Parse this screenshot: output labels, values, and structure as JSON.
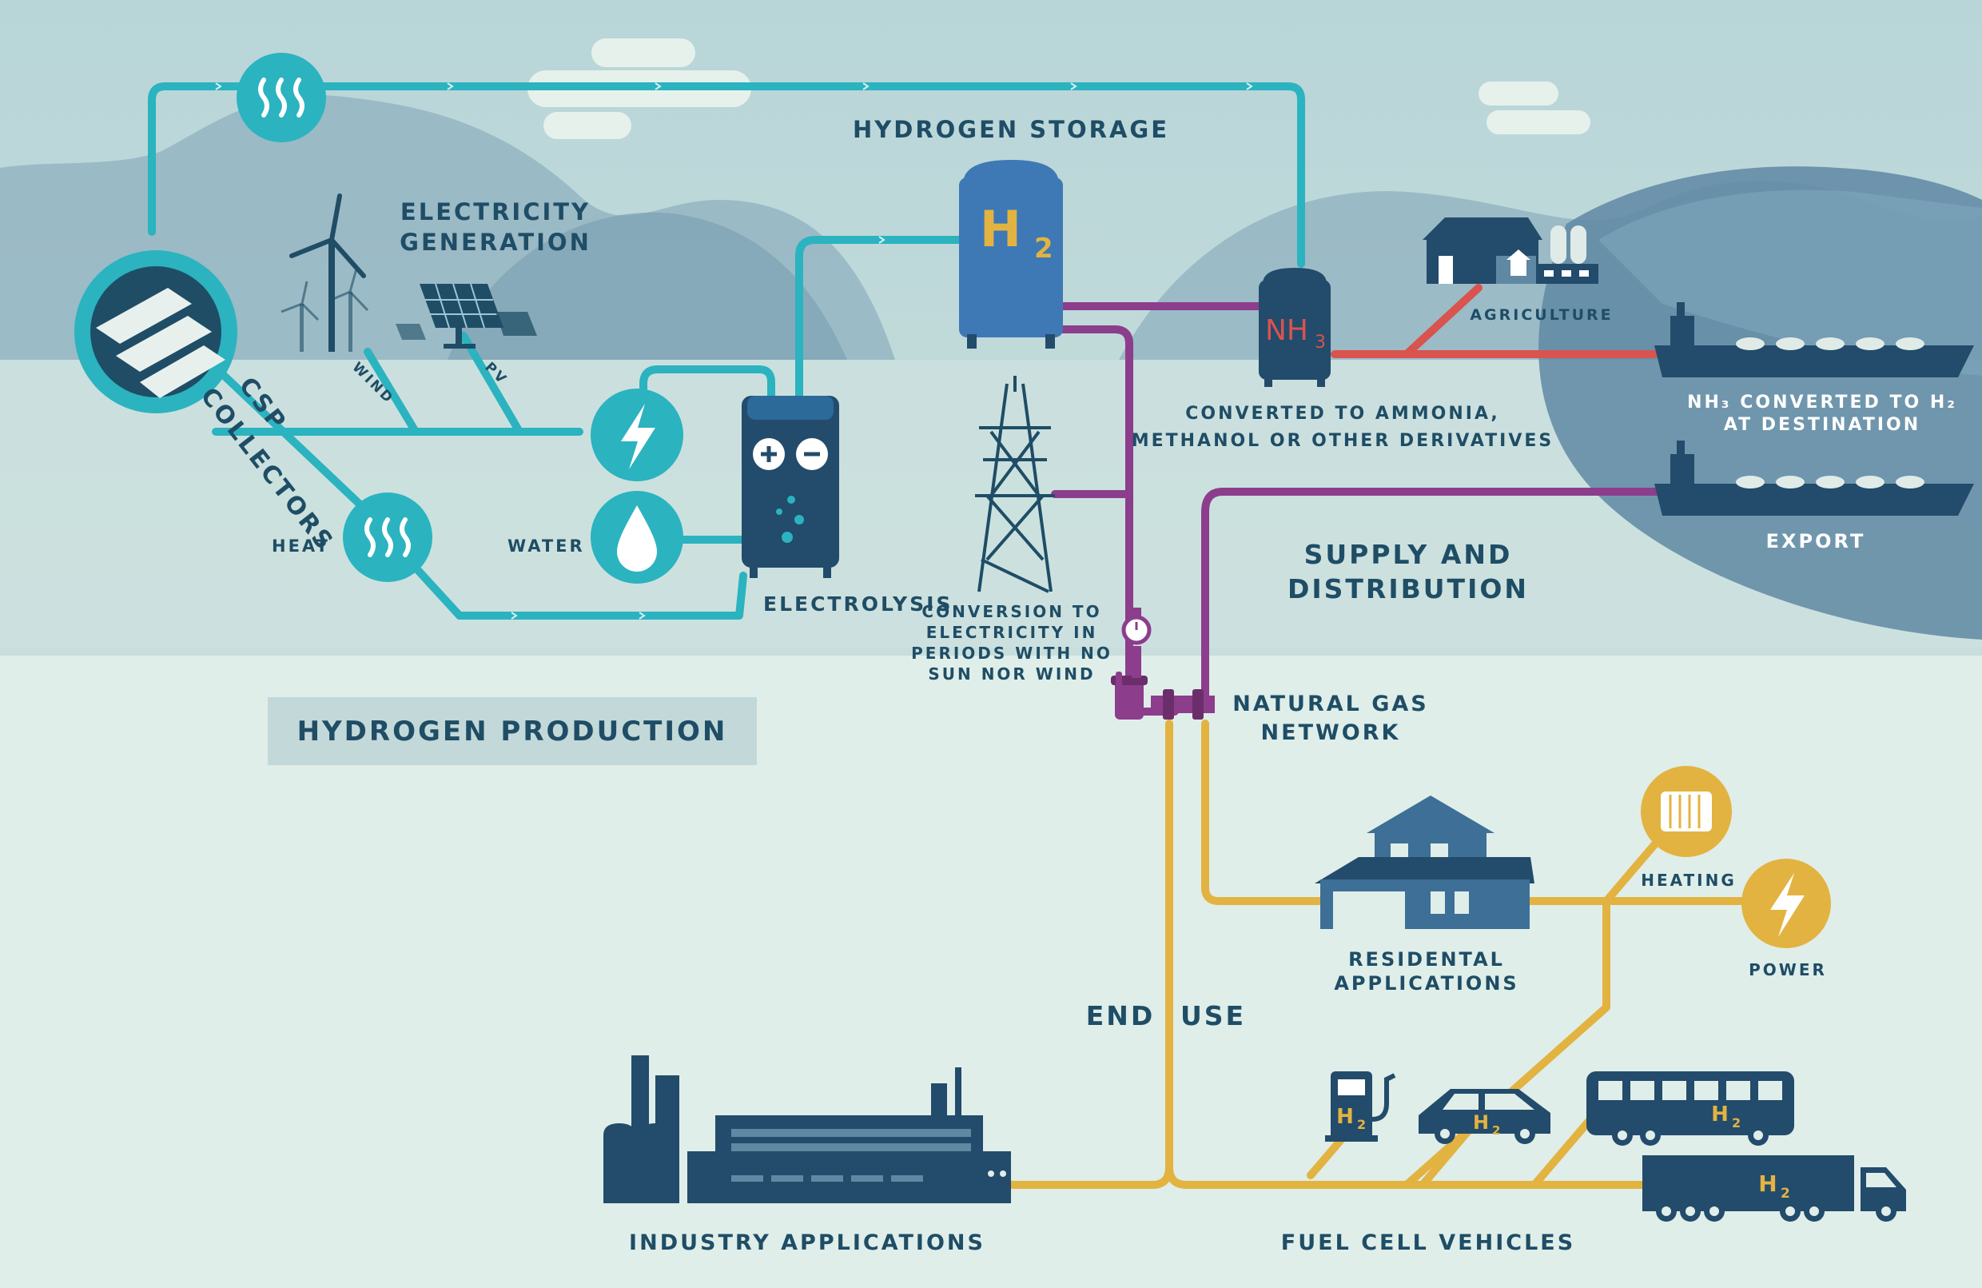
{
  "sections": {
    "hydrogen_production": "HYDROGEN PRODUCTION",
    "supply_distribution_line1": "SUPPLY AND",
    "supply_distribution_line2": "DISTRIBUTION",
    "end": "END",
    "use": "USE"
  },
  "production": {
    "electricity_generation_line1": "ELECTRICITY",
    "electricity_generation_line2": "GENERATION",
    "wind": "WIND",
    "pv": "PV",
    "csp": "CSP",
    "collectors": "COLLECTORS",
    "heat": "HEAT",
    "water": "WATER",
    "electrolysis": "ELECTROLYSIS"
  },
  "storage": {
    "hydrogen_storage": "HYDROGEN STORAGE",
    "h2_label": "H",
    "h2_sub": "2",
    "nh3_label": "NH",
    "nh3_sub": "3"
  },
  "conversion": {
    "line1": "CONVERSION TO",
    "line2": "ELECTRICITY IN",
    "line3": "PERIODS WITH NO",
    "line4": "SUN NOR WIND"
  },
  "derivatives": {
    "line1": "CONVERTED TO AMMONIA,",
    "line2": "METHANOL OR OTHER DERIVATIVES",
    "agriculture": "AGRICULTURE",
    "nh3_dest_line1": "NH₃ CONVERTED TO H₂",
    "nh3_dest_line2": "AT DESTINATION",
    "export": "EXPORT"
  },
  "gas_network": {
    "line1": "NATURAL GAS",
    "line2": "NETWORK"
  },
  "end_use": {
    "residential_line1": "RESIDENTAL",
    "residential_line2": "APPLICATIONS",
    "heating": "HEATING",
    "power": "POWER",
    "industry": "INDUSTRY APPLICATIONS",
    "fuel_cell": "FUEL CELL VEHICLES",
    "vehicle_h2": "H",
    "vehicle_h2_sub": "2"
  },
  "colors": {
    "teal": "#2bb3c0",
    "purple": "#8c3d8c",
    "red": "#d9534f",
    "yellow": "#e3b341",
    "navy": "#1f4d66",
    "dark_blue": "#234b6b"
  }
}
